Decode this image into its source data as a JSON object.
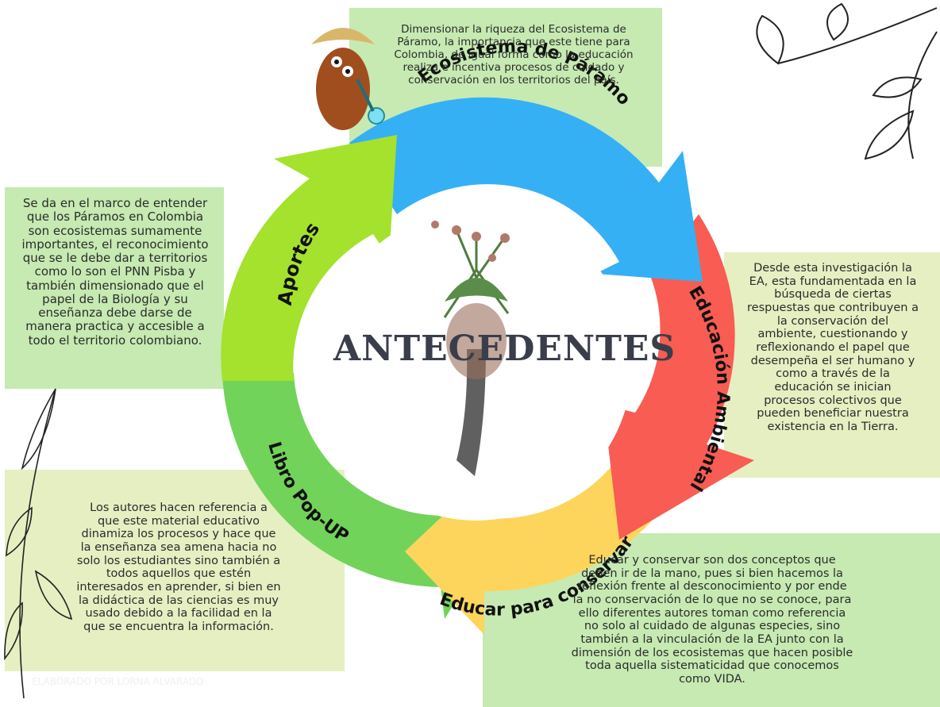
{
  "title": "ANTECEDENTES",
  "stages": [
    {
      "label": "Ecosistema de Páramo",
      "color": "#35b0f5"
    },
    {
      "label": "Educación Ambiental",
      "color": "#f85c52"
    },
    {
      "label": "Educar para conservar",
      "color": "#fdd55c"
    },
    {
      "label": "Libro Pop-UP",
      "color": "#72d35a"
    },
    {
      "label": "Aportes",
      "color": "#a4e22d"
    }
  ],
  "texts": {
    "top": "Dimensionar la riqueza del Ecosistema de\nPáramo, la importancia que este tiene para\nColombia, de igual forma como la educación\nrealiza e incentiva procesos de cuidado y\nconservación en los territorios del país.",
    "left": "Se da en el marco de entender\nque los Páramos en Colombia\nson ecosistemas sumamente\nimportantes, el reconocimiento\nque se le debe dar a territorios\ncomo lo son el PNN Pisba y\ntambién dimensionado que el\npapel de la Biología y su\nenseñanza debe darse de\nmanera practica y accesible a\ntodo el territorio colombiano.",
    "right": "Desde esta investigación la\nEA, esta fundamentada en la\nbúsqueda de ciertas\nrespuestas que contribuyen a\nla conservación del\nambiente, cuestionando y\nreflexionando el papel que\ndesempeña el ser humano y\ncomo a través de la\neducación se inician\nprocesos colectivos que\npueden beneficiar nuestra\nexistencia en la Tierra.",
    "bottom_left": "Los autores hacen referencia a\nque este material educativo\ndinamiza los procesos y hace que\nla enseñanza sea amena hacia no\nsolo los estudiantes sino también a\ntodos aquellos que estén\ninteresados en aprender, si bien en\nla didáctica de las ciencias es muy\nusado debido a la facilidad en la\nque se encuentra la información.",
    "bottom_right": "Educar y conservar son dos conceptos que\ndeben ir de la mano, pues si bien hacemos la\nreflexión frente al desconocimiento y por ende\nla no conservación de lo que no se conoce, para\nello diferentes autores toman como referencia\nno solo al cuidado de algunas especies, sino\ntambién a la vinculación de la EA junto con la\ndimensión de los ecosistemas que hacen posible\ntoda aquella sistematicidad que conocemos\ncomo VIDA.",
    "footer_faint": "ELABORADO POR LORNA ALVARADO"
  }
}
